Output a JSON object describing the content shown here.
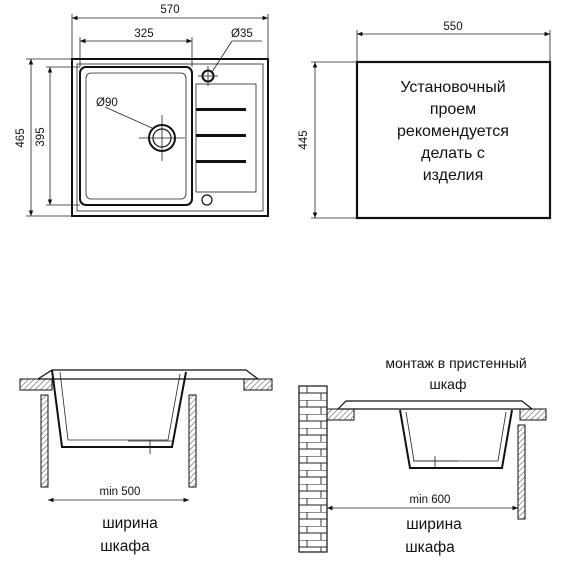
{
  "top_view": {
    "dim_total_width": "570",
    "dim_bowl_width": "325",
    "dim_overflow_diameter": "Ø35",
    "dim_drain_diameter": "Ø90",
    "dim_total_height": "465",
    "dim_bowl_height": "395"
  },
  "cutout": {
    "dim_width": "550",
    "dim_height": "445",
    "note_lines": [
      "Установочный",
      "проем",
      "рекомендуется",
      "делать с",
      "изделия"
    ]
  },
  "side_view_left": {
    "dim_min": "min 500",
    "caption_lines": [
      "ширина",
      "шкафа"
    ]
  },
  "side_view_right": {
    "title_lines": [
      "монтаж в пристенный",
      "шкаф"
    ],
    "dim_min": "min 600",
    "caption_lines": [
      "ширина",
      "шкафа"
    ]
  }
}
